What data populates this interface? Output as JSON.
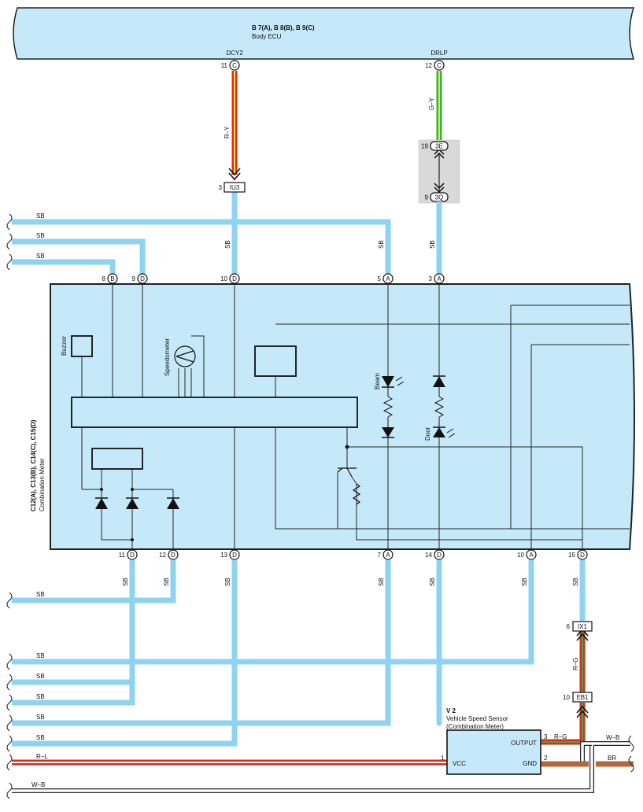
{
  "ecu": {
    "title": "B 7(A), B 8(B), B 9(C)",
    "name": "Body ECU",
    "pins": [
      {
        "num": "11",
        "conn": "C",
        "signal": "DCY2"
      },
      {
        "num": "12",
        "conn": "C",
        "signal": "DRLP"
      }
    ]
  },
  "wire_colors": {
    "ry": "R–Y",
    "gy": "G–Y",
    "rg": "R–G",
    "rl": "R–L",
    "wb": "W–B",
    "br": "BR",
    "sb": "SB"
  },
  "junctions": {
    "iu3": {
      "pin": "3",
      "label": "IU3"
    },
    "e3": {
      "pin": "19",
      "label": "3E"
    },
    "q3": {
      "pin": "9",
      "label": "3Q"
    },
    "ix1": {
      "pin": "6",
      "label": "IX1"
    },
    "eb1": {
      "pin": "10",
      "label": "EB1"
    }
  },
  "meter": {
    "title": "C12(A), C13(B), C14(C), C15(D)",
    "name": "Combination Meter",
    "buzzer": "Buzzer",
    "speedometer": "Speedometer",
    "beam": "Beam",
    "door": "Door",
    "top_pins": [
      {
        "num": "8",
        "conn": "B"
      },
      {
        "num": "9",
        "conn": "D"
      },
      {
        "num": "10",
        "conn": "D"
      },
      {
        "num": "5",
        "conn": "A"
      },
      {
        "num": "3",
        "conn": "A"
      }
    ],
    "bottom_pins": [
      {
        "num": "11",
        "conn": "D"
      },
      {
        "num": "12",
        "conn": "D"
      },
      {
        "num": "13",
        "conn": "D"
      },
      {
        "num": "7",
        "conn": "A"
      },
      {
        "num": "14",
        "conn": "D"
      },
      {
        "num": "10",
        "conn": "A"
      },
      {
        "num": "15",
        "conn": "D"
      }
    ]
  },
  "sensor": {
    "code": "V 2",
    "name": "Vehicle Speed Sensor",
    "sub": "(Combination Meter)",
    "output": "OUTPUT",
    "vcc": "VCC",
    "gnd": "GND",
    "pin_output": "3",
    "pin_vcc": "1",
    "pin_gnd": "2"
  },
  "colors": {
    "panel": "#c6e9fa",
    "sb": "#8fd3f2",
    "red": "#e3261f",
    "yellow": "#f5e53a",
    "green": "#2db34a",
    "brown": "#b5683c",
    "connector_bg": "#d9d9d9"
  }
}
